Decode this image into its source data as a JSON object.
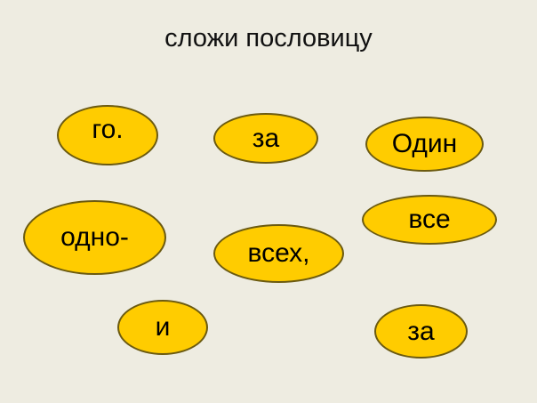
{
  "title": "сложи пословицу",
  "words": [
    {
      "label": "го."
    },
    {
      "label": "за"
    },
    {
      "label": "Один"
    },
    {
      "label": "одно-"
    },
    {
      "label": "всех,"
    },
    {
      "label": "все"
    },
    {
      "label": "и"
    },
    {
      "label": "за"
    }
  ],
  "colors": {
    "background": "#eeece1",
    "oval_fill": "#ffcc00",
    "oval_border": "#6b5a10"
  }
}
